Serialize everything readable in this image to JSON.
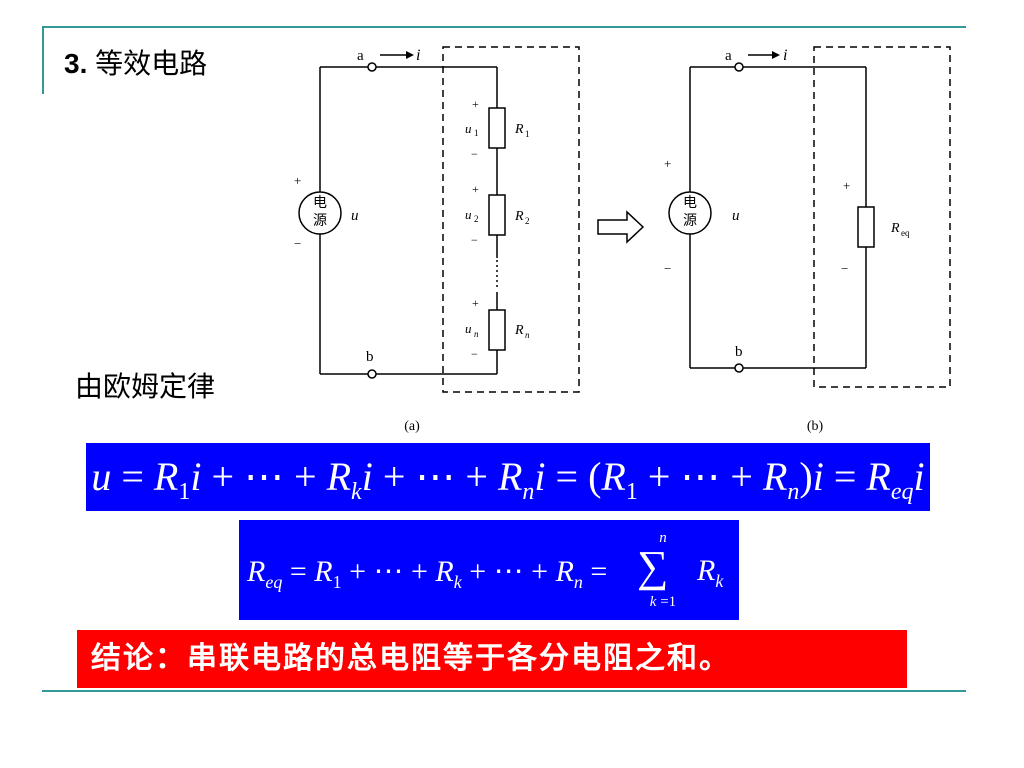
{
  "heading": {
    "num": "3.",
    "text": "等效电路"
  },
  "subheading": "由欧姆定律",
  "diagram_a": {
    "node_a": "a",
    "node_b": "b",
    "current": "i",
    "source_line1": "电",
    "source_line2": "源",
    "voltage": "u",
    "plus": "+",
    "minus": "−",
    "u1": "u",
    "u1_sub": "1",
    "r1": "R",
    "r1_sub": "1",
    "u2": "u",
    "u2_sub": "2",
    "r2": "R",
    "r2_sub": "2",
    "un": "u",
    "un_sub": "n",
    "rn": "R",
    "rn_sub": "n",
    "caption": "(a)"
  },
  "diagram_b": {
    "node_a": "a",
    "node_b": "b",
    "current": "i",
    "source_line1": "电",
    "source_line2": "源",
    "voltage": "u",
    "plus": "+",
    "minus": "−",
    "req": "R",
    "req_sub": "eq",
    "caption": "(b)"
  },
  "equation1": "u = R₁i + ⋯ + Rₖi + ⋯ + Rₙi = (R₁ + ⋯ + Rₙ)i = R_eq i",
  "equation2": "R_eq = R₁ + ⋯ + Rₖ + ⋯ + Rₙ = Σ_{k=1}^{n} Rₖ",
  "conclusion": "结论：串联电路的总电阻等于各分电阻之和。"
}
